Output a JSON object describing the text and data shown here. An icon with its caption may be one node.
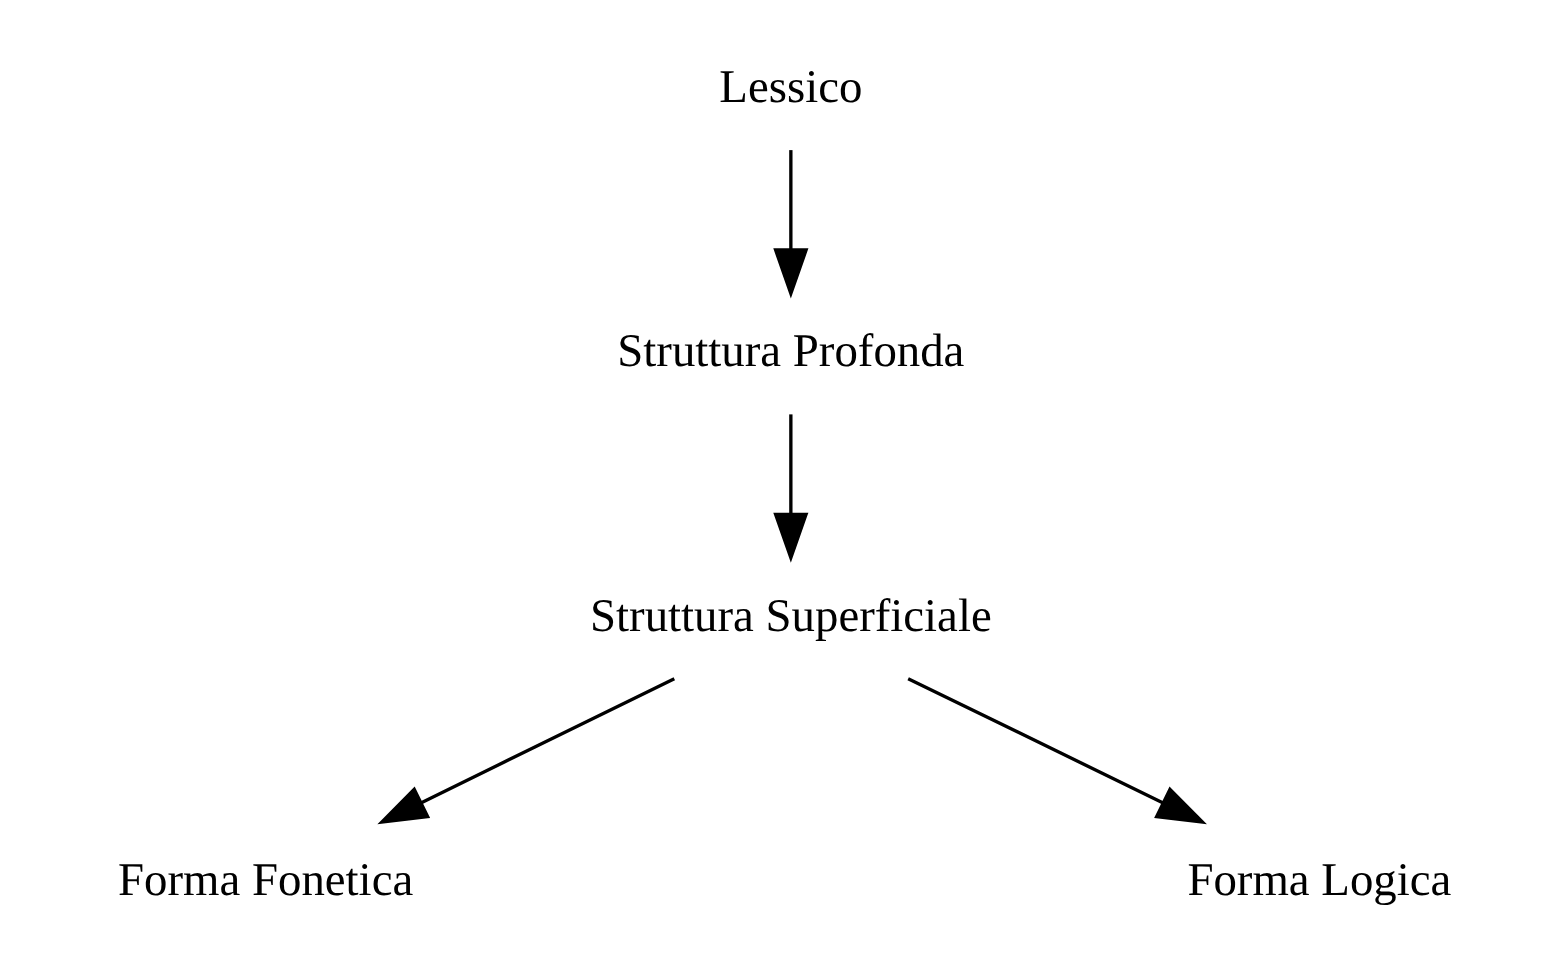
{
  "diagram": {
    "nodes": [
      {
        "text": [
          "Lessico"
        ]
      },
      {
        "text": [
          "Struttura Profonda"
        ]
      },
      {
        "text": [
          "Struttura Superficiale"
        ]
      },
      {
        "text": [
          "Forma Fonetica"
        ]
      },
      {
        "text": [
          "Forma Logica"
        ]
      }
    ],
    "edges": [
      {
        "from": 0,
        "to": 1,
        "arrow": "to"
      },
      {
        "from": 1,
        "to": 2,
        "arrow": "to"
      },
      {
        "from": 2,
        "to": 3,
        "arrow": "to"
      },
      {
        "from": 2,
        "to": 4,
        "arrow": "to"
      }
    ]
  }
}
